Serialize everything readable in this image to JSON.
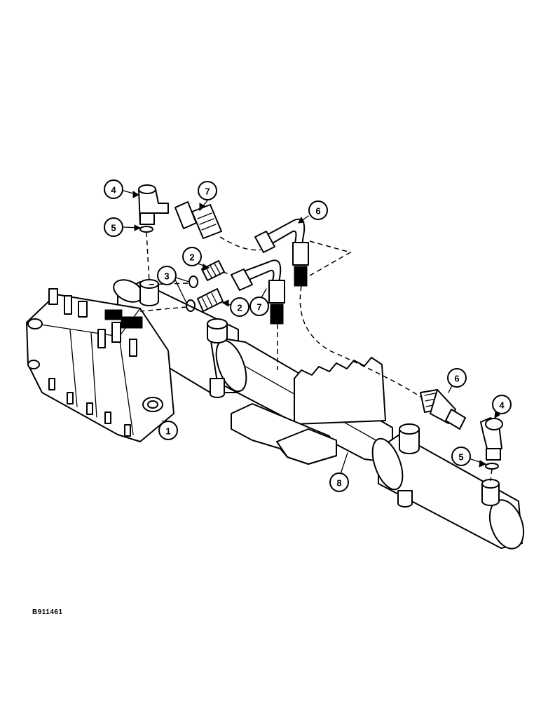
{
  "figure_id": "B911461",
  "callouts": [
    {
      "label": "1"
    },
    {
      "label": "2"
    },
    {
      "label": "2"
    },
    {
      "label": "3"
    },
    {
      "label": "4"
    },
    {
      "label": "4"
    },
    {
      "label": "5"
    },
    {
      "label": "5"
    },
    {
      "label": "6"
    },
    {
      "label": "6"
    },
    {
      "label": "7"
    },
    {
      "label": "7"
    },
    {
      "label": "8"
    }
  ]
}
